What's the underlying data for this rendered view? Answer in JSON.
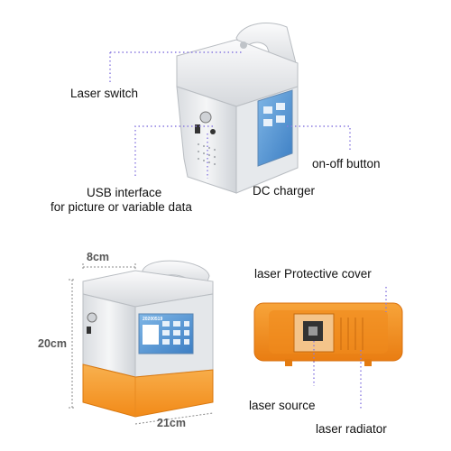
{
  "top_callouts": {
    "laser_switch": "Laser switch",
    "on_off_button": "on-off button",
    "usb_line1": "USB interface",
    "usb_line2": "for picture or variable data",
    "dc_charger": "DC charger"
  },
  "dimensions": {
    "width": "8cm",
    "height": "20cm",
    "length": "21cm"
  },
  "screen_text": "20200519",
  "bottom_callouts": {
    "protective_cover": "laser Protective cover",
    "laser_source": "laser source",
    "laser_radiator": "laser radiator"
  },
  "colors": {
    "callout_line": "#8a7be0",
    "accent_orange": "#f39a2c",
    "body_silver": "#e9ebee",
    "dim_line": "#8a8a8a"
  }
}
